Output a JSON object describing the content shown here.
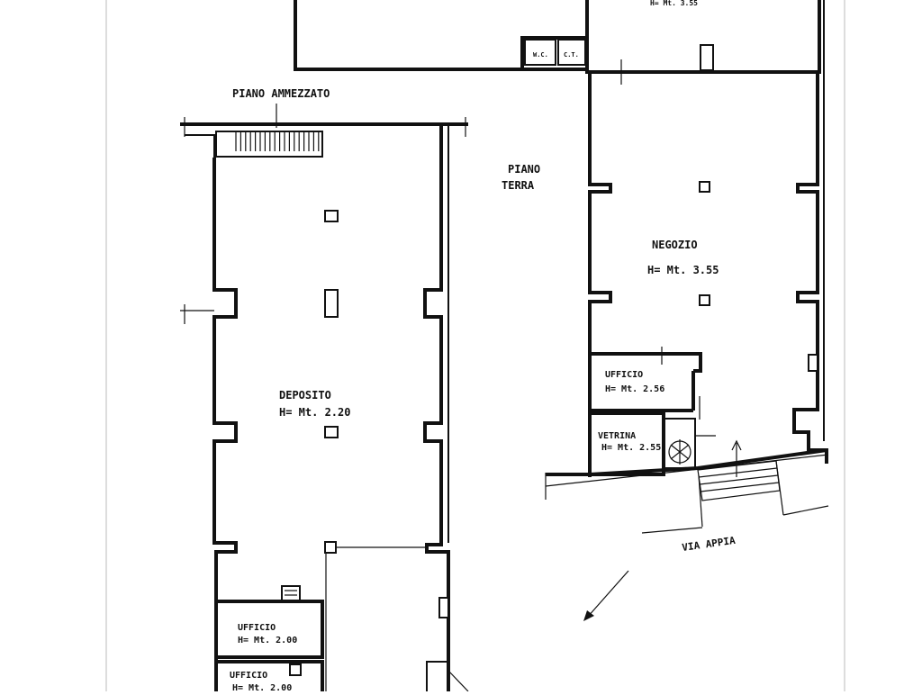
{
  "plan": {
    "labels": {
      "piano_ammezzato": "PIANO AMMEZZATO",
      "piano_terra_1": "PIANO",
      "piano_terra_2": "TERRA",
      "wc": "W.C.",
      "ct": "C.T.",
      "negozio_name": "NEGOZIO",
      "negozio_height": "H= Mt. 3.55",
      "deposito_name": "DEPOSITO",
      "deposito_height": "H= Mt. 2.20",
      "ufficio_right_name": "UFFICIO",
      "ufficio_right_height": "H= Mt. 2.56",
      "vetrina_name": "VETRINA",
      "vetrina_height": "H= Mt. 2.55",
      "ufficio_left1_name": "UFFICIO",
      "ufficio_left1_height": "H= Mt. 2.00",
      "ufficio_left2_name": "UFFICIO",
      "ufficio_left2_height": "H= Mt. 2.00",
      "street": "VIA APPIA",
      "top_room_height": "H= Mt. 3.55"
    }
  }
}
